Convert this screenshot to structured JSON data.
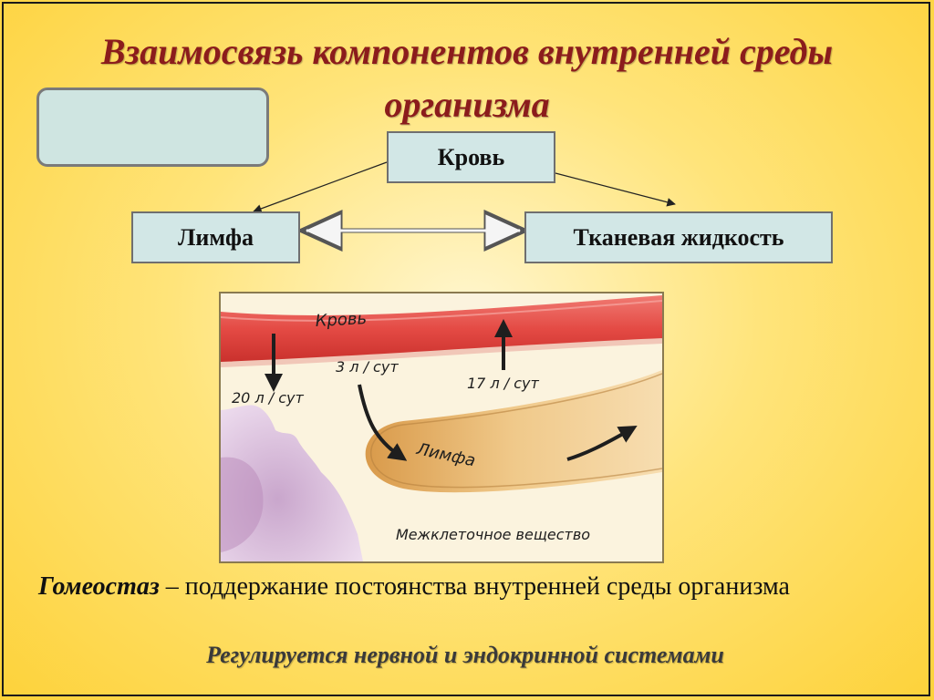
{
  "title": {
    "line1": "Взаимосвязь компонентов внутренней среды",
    "line2": "организма"
  },
  "nodes": {
    "blood": "Кровь",
    "lymph": "Лимфа",
    "tissue_fluid": "Тканевая жидкость"
  },
  "figure": {
    "blood_label": "Кровь",
    "flow_out": "20 л / сут",
    "flow_lymph": "3 л / сут",
    "flow_return": "17 л / сут",
    "lymph_label": "Лимфа",
    "intercellular_label": "Межклеточное вещество"
  },
  "definition": {
    "term": "Гомеостаз",
    "text": " – поддержание постоянства внутренней среды организма"
  },
  "regulation": "Регулируется нервной и эндокринной системами",
  "colors": {
    "title": "#8b1c1c",
    "node_fill": "#d2e7e6",
    "vessel": "#e8504a",
    "lymph_vessel": "#e8b76a"
  }
}
